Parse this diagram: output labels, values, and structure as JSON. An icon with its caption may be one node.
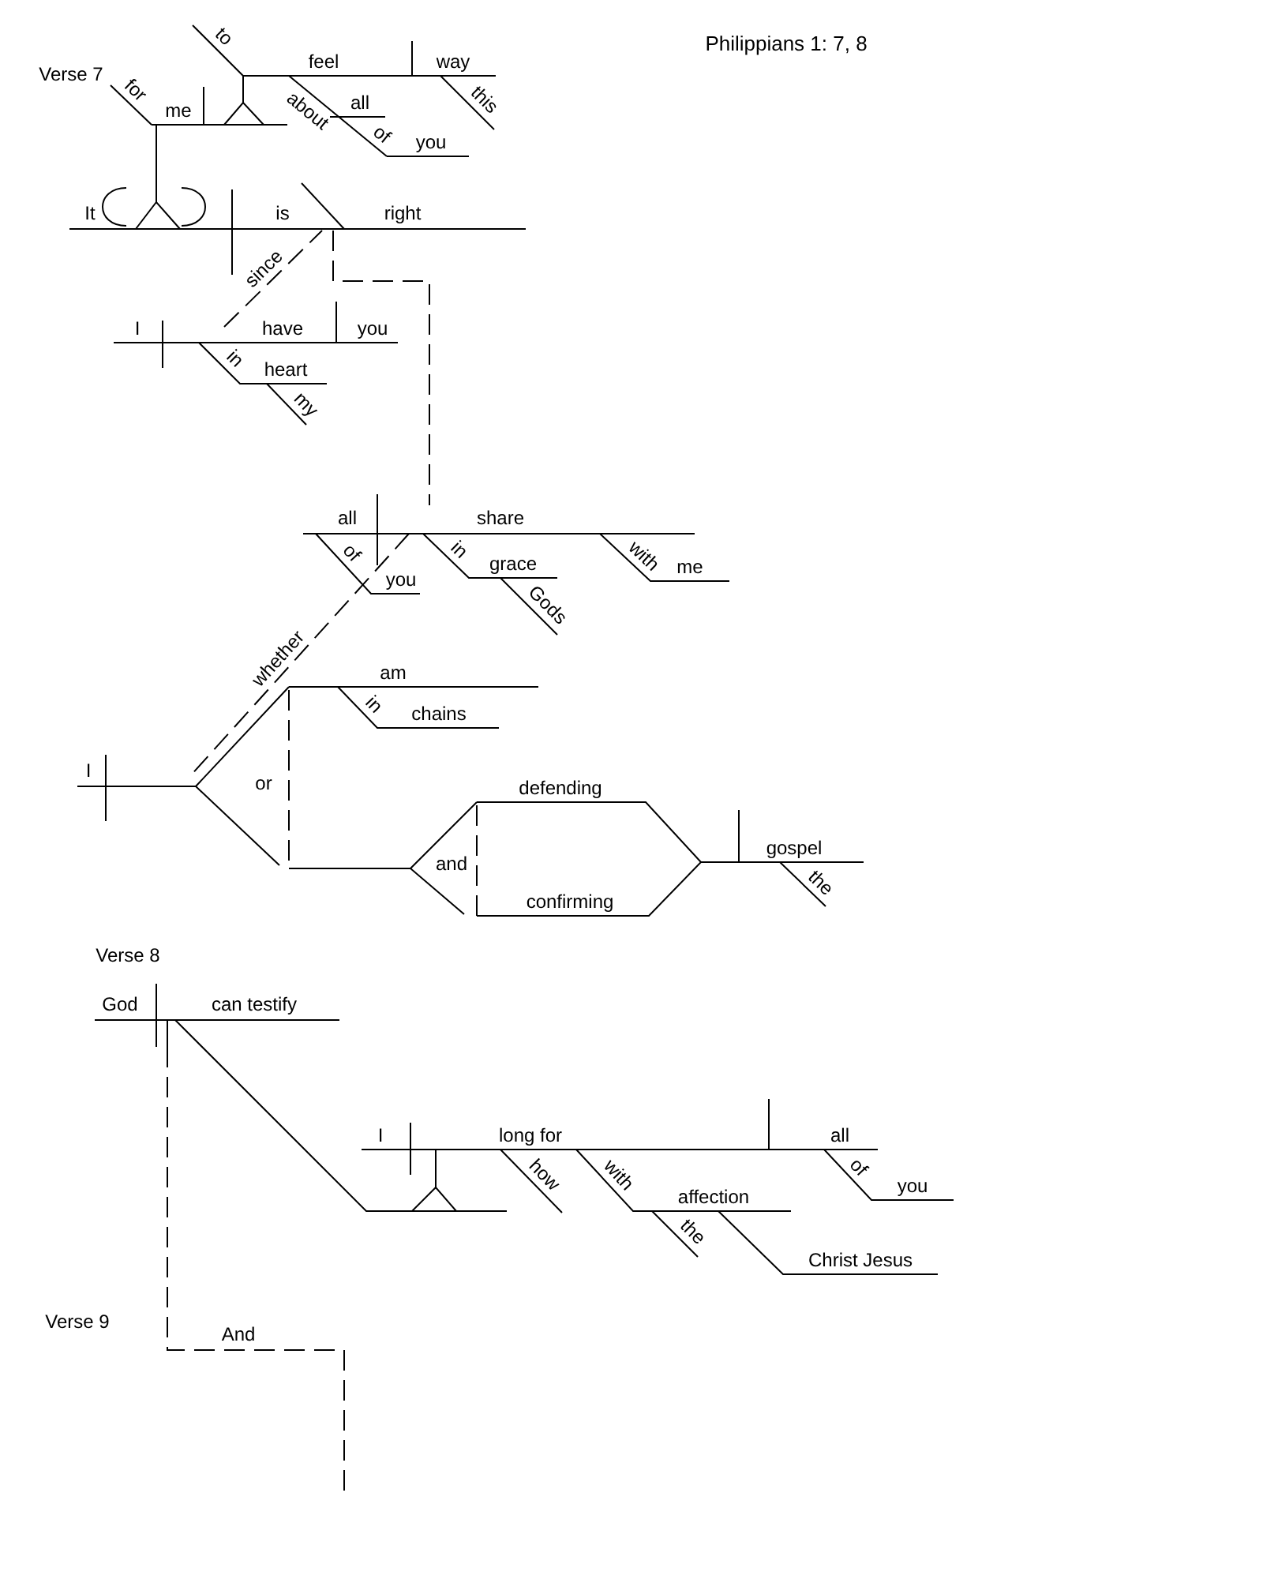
{
  "diagram": {
    "title": "Philippians 1: 7, 8",
    "labels": [
      "to",
      "feel",
      "way",
      "Verse 7",
      "about",
      "for",
      "all",
      "this",
      "me",
      "of",
      "you",
      "It",
      "is",
      "right",
      "since",
      "I",
      "have",
      "you",
      "in",
      "heart",
      "my",
      "all",
      "share",
      "of",
      "you",
      "in",
      "grace",
      "with",
      "me",
      "Gods",
      "whether",
      "am",
      "in",
      "chains",
      "I",
      "or",
      "defending",
      "gospel",
      "and",
      "the",
      "confirming",
      "Verse 8",
      "God",
      "can testify",
      "I",
      "long for",
      "all",
      "how",
      "with",
      "affection",
      "of",
      "you",
      "the",
      "Christ Jesus",
      "Verse 9",
      "And"
    ]
  }
}
